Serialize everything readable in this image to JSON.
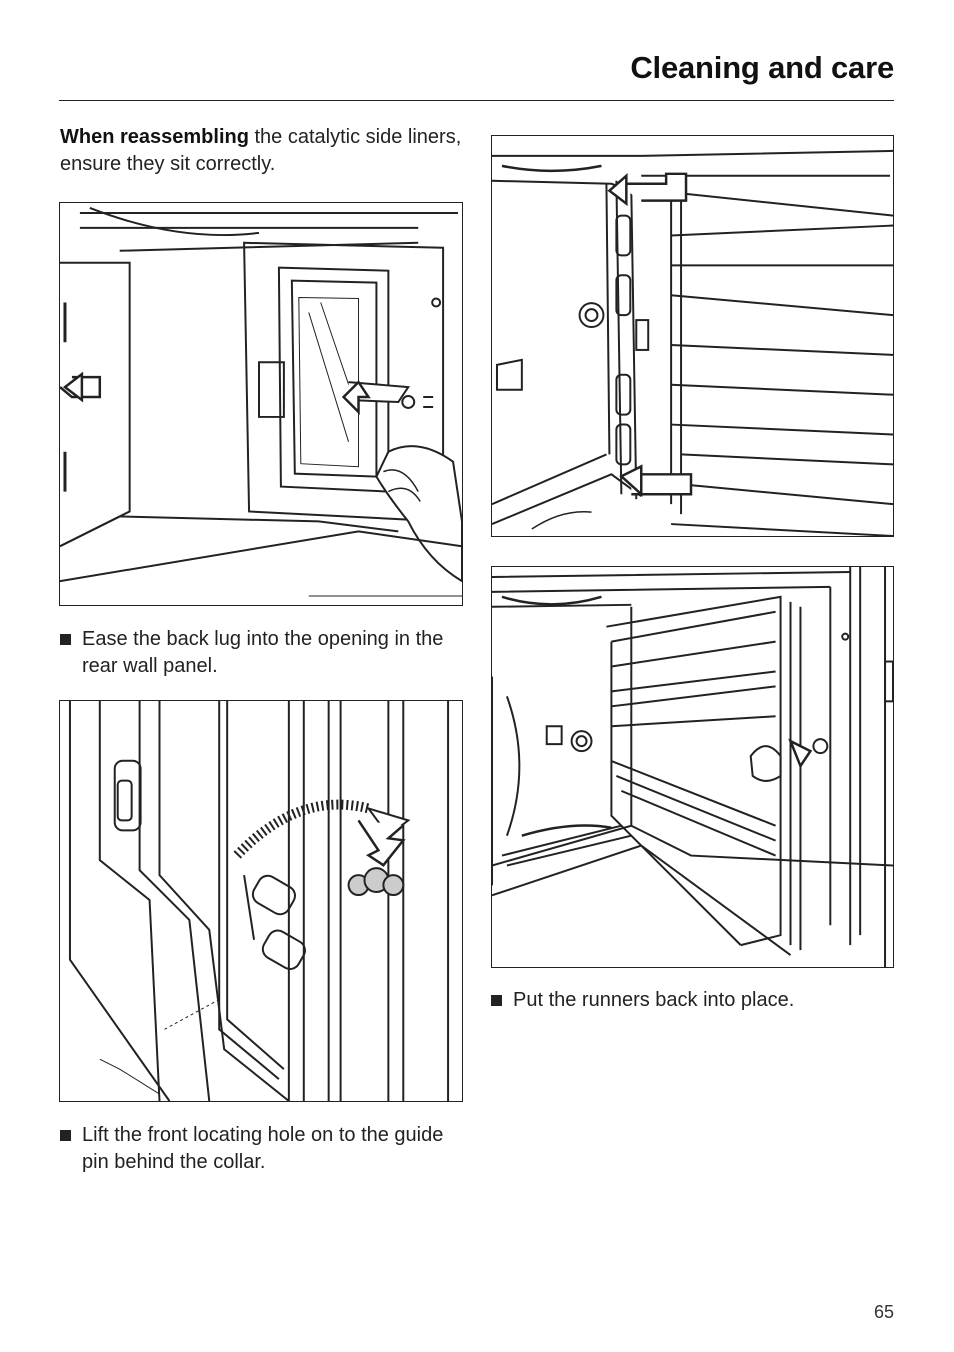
{
  "header": {
    "title": "Cleaning and care"
  },
  "intro": {
    "bold": "When reassembling",
    "rest": " the catalytic side liners, ensure they sit correctly."
  },
  "captions": {
    "fig1": "Ease the back lug into the opening in the rear wall panel.",
    "fig2": "Lift the front locating hole on to the guide pin behind the collar.",
    "fig4": "Put the runners back into place."
  },
  "page_number": "65"
}
